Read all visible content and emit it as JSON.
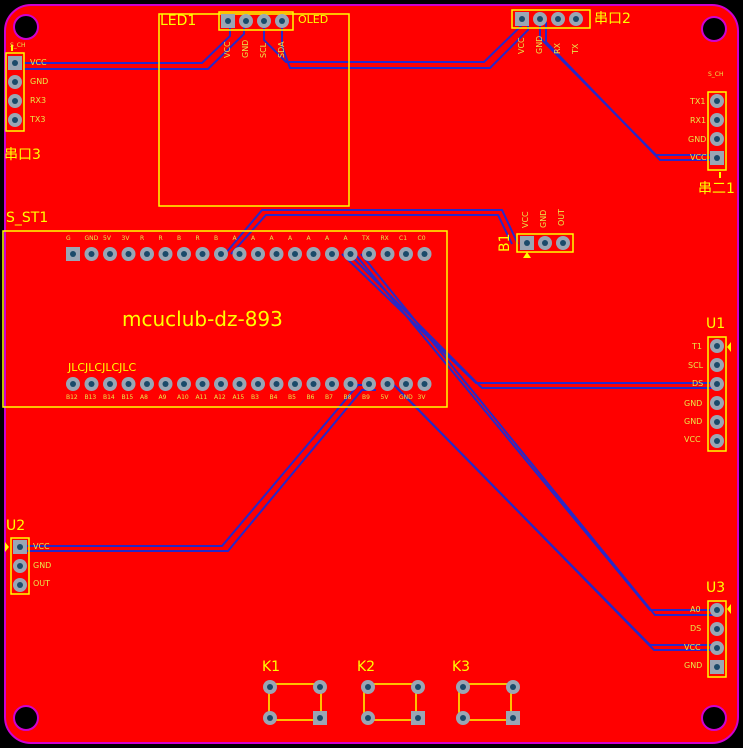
{
  "board": {
    "title": "mcuclub-dz-893",
    "jlc_text": "JLCJLCJLCJLC",
    "colors": {
      "copper": "#ff0000",
      "silk": "#ffff00",
      "track": "#2828c8",
      "outline": "#d000d0",
      "pad": "#9aa6b4"
    }
  },
  "designators": {
    "led1": "LED1",
    "oled": "OLED",
    "chuankou2_top": "串口2",
    "chuankou3": "串口3",
    "chuankou2_right": "串二1",
    "s_st1": "S_ST1",
    "b1": "B1",
    "u1": "U1",
    "u2": "U2",
    "u3": "U3",
    "k1": "K1",
    "k2": "K2",
    "k3": "K3",
    "s_ch_small": "S_CH"
  },
  "pins": {
    "led1": [
      "VCC",
      "GND",
      "SCL",
      "SDA"
    ],
    "top_header": [
      "VCC",
      "GND",
      "RX",
      "TX"
    ],
    "left_header": [
      "VCC",
      "GND",
      "RX3",
      "TX3"
    ],
    "right_header": [
      "TX1",
      "RX1",
      "GND",
      "VCC"
    ],
    "b1": [
      "VCC",
      "GND",
      "OUT"
    ],
    "u1": [
      "T1",
      "SCL",
      "DS",
      "GND",
      "GND",
      "VCC"
    ],
    "u2": [
      "VCC",
      "GND",
      "OUT"
    ],
    "u3": [
      "A0",
      "DS",
      "VCC",
      "GND"
    ],
    "mcu_top": [
      "G",
      "GND",
      "5V",
      "3V",
      "R",
      "R",
      "B",
      "R",
      "B",
      "A",
      "A",
      "A",
      "A",
      "A",
      "A",
      "A",
      "TX",
      "RX",
      "C1",
      "C0"
    ],
    "mcu_bottom": [
      "B12",
      "B13",
      "B14",
      "B15",
      "A8",
      "A9",
      "A10",
      "A11",
      "A12",
      "A15",
      "B3",
      "B4",
      "B5",
      "B6",
      "B7",
      "B8",
      "B9",
      "5V",
      "GND",
      "3V"
    ]
  }
}
